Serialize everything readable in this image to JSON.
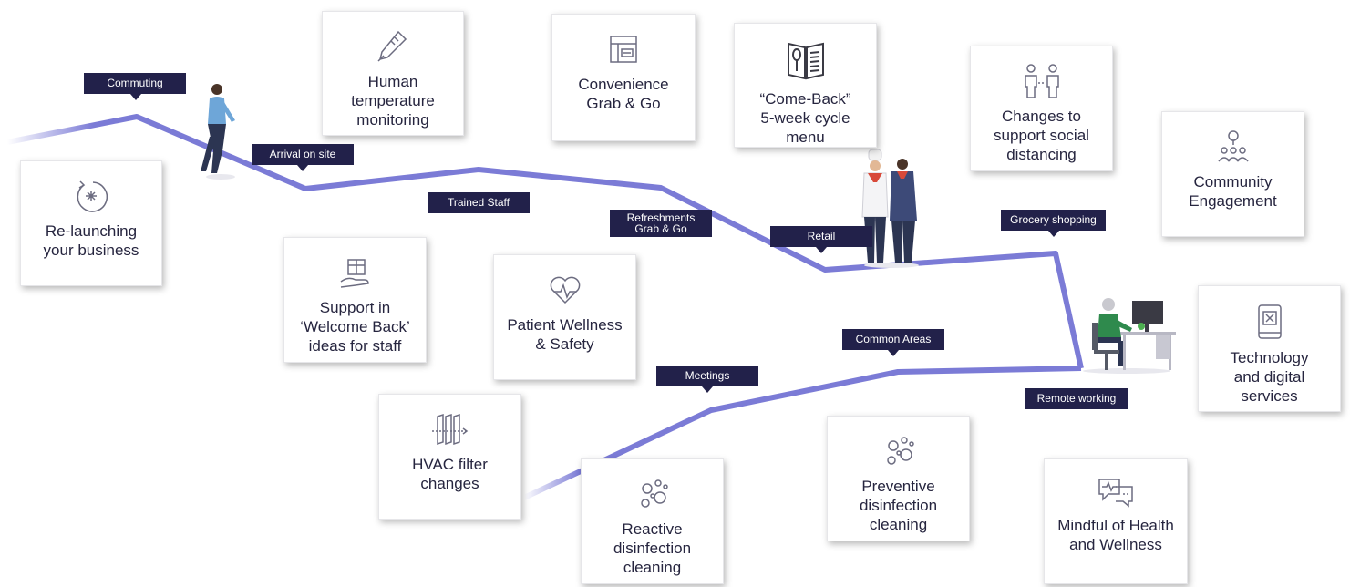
{
  "colors": {
    "path": "#7b7bd6",
    "tag_bg": "#22214a",
    "card_text": "#26253f",
    "icon": "#6c6c80"
  },
  "cards": {
    "relaunch": {
      "label": "Re-launching\nyour business",
      "icon": "restart-icon"
    },
    "temperature": {
      "label": "Human\ntemperature\nmonitoring",
      "icon": "thermometer-icon"
    },
    "grab_go": {
      "label": "Convenience\nGrab & Go",
      "icon": "vending-icon"
    },
    "come_back": {
      "label": "“Come-Back”\n5-week cycle\nmenu",
      "icon": "menu-icon"
    },
    "social_distancing": {
      "label": "Changes to\nsupport social\ndistancing",
      "icon": "people-distance-icon"
    },
    "community": {
      "label": "Community\nEngagement",
      "icon": "community-icon"
    },
    "welcome_back": {
      "label": "Support in\n‘Welcome Back’\nideas for staff",
      "icon": "gift-hand-icon"
    },
    "patient": {
      "label": "Patient Wellness\n& Safety",
      "icon": "heart-pulse-icon"
    },
    "hvac": {
      "label": "HVAC filter\nchanges",
      "icon": "filter-icon"
    },
    "reactive": {
      "label": "Reactive\ndisinfection\ncleaning",
      "icon": "bubbles-icon"
    },
    "preventive": {
      "label": "Preventive\ndisinfection\ncleaning",
      "icon": "bubbles-icon"
    },
    "technology": {
      "label": "Technology\nand digital\nservices",
      "icon": "tablet-icon"
    },
    "mindful": {
      "label": "Mindful of Health\nand Wellness",
      "icon": "chat-pulse-icon"
    }
  },
  "tags": {
    "commuting": "Commuting",
    "arrival": "Arrival on site",
    "trained_staff": "Trained Staff",
    "refreshments": "Refreshments\nGrab & Go",
    "retail": "Retail",
    "grocery": "Grocery shopping",
    "common_areas": "Common Areas",
    "meetings": "Meetings",
    "remote": "Remote working"
  }
}
